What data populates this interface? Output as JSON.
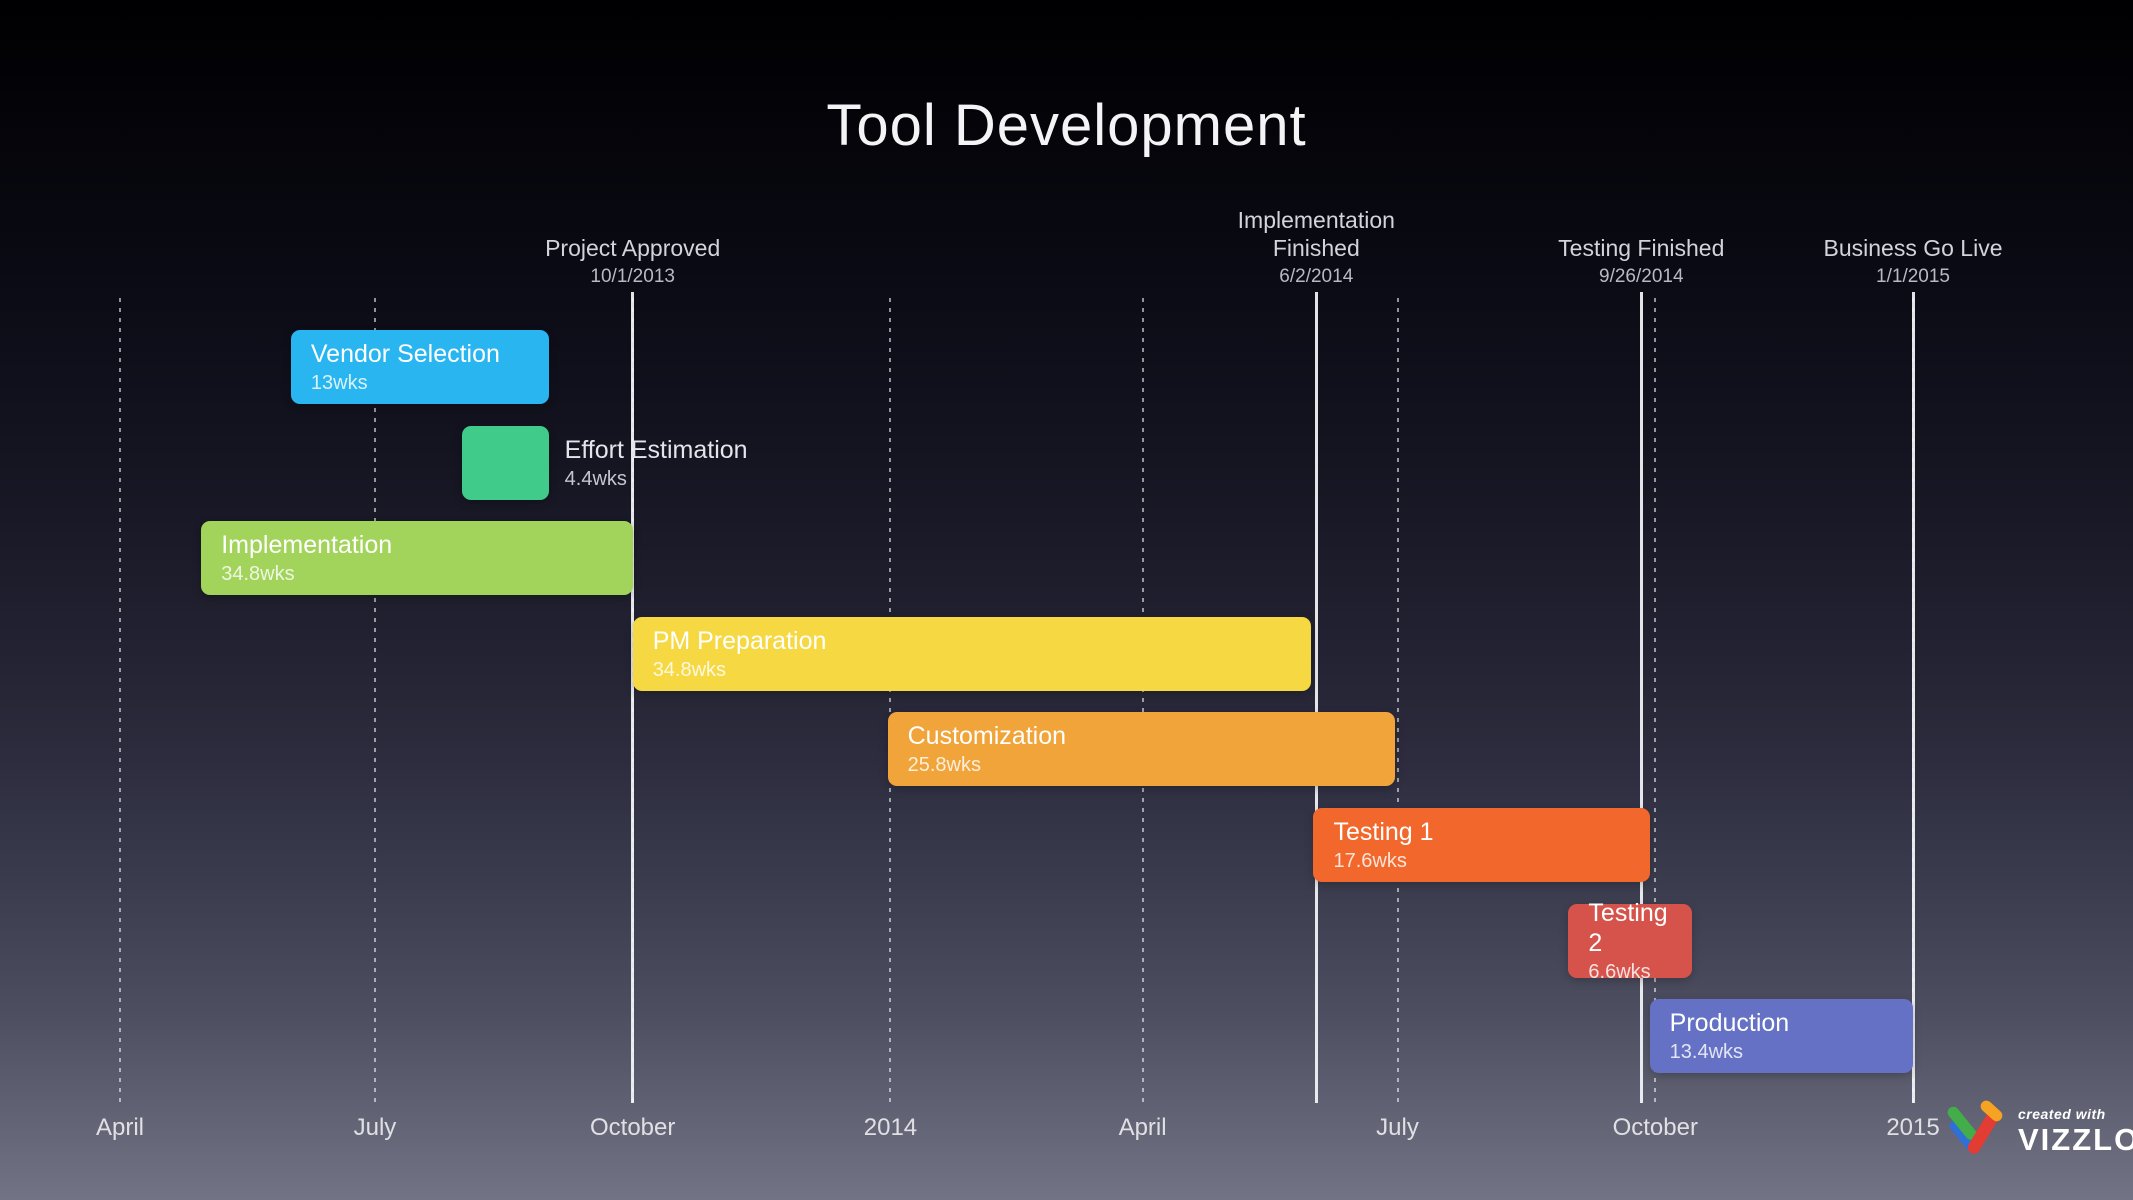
{
  "chart_data": {
    "type": "gantt",
    "title": "Tool Development",
    "axis": {
      "origin_date": "2013-04-01",
      "ticks": [
        {
          "date": "2013-04-01",
          "label": "April"
        },
        {
          "date": "2013-07-01",
          "label": "July"
        },
        {
          "date": "2013-10-01",
          "label": "October"
        },
        {
          "date": "2014-01-01",
          "label": "2014"
        },
        {
          "date": "2014-04-01",
          "label": "April"
        },
        {
          "date": "2014-07-01",
          "label": "July"
        },
        {
          "date": "2014-10-01",
          "label": "October"
        },
        {
          "date": "2015-01-01",
          "label": "2015"
        }
      ]
    },
    "milestones": [
      {
        "label": "Project Approved",
        "date_label": "10/1/2013",
        "date": "2013-10-01"
      },
      {
        "label": "Implementation Finished",
        "date_label": "6/2/2014",
        "date": "2014-06-02"
      },
      {
        "label": "Testing Finished",
        "date_label": "9/26/2014",
        "date": "2014-09-26"
      },
      {
        "label": "Business Go Live",
        "date_label": "1/1/2015",
        "date": "2015-01-01"
      }
    ],
    "tasks": [
      {
        "name": "Vendor Selection",
        "duration": "13wks",
        "start": "2013-06-01",
        "end": "2013-09-01",
        "color": "#29b5ef",
        "label_position": "inside"
      },
      {
        "name": "Effort Estimation",
        "duration": "4.4wks",
        "start": "2013-08-01",
        "end": "2013-09-01",
        "color": "#41cb8b",
        "label_position": "outside-right"
      },
      {
        "name": "Implementation",
        "duration": "34.8wks",
        "start": "2013-04-30",
        "end": "2013-10-01",
        "color": "#a2d45c",
        "label_position": "inside"
      },
      {
        "name": "PM Preparation",
        "duration": "34.8wks",
        "start": "2013-10-01",
        "end": "2014-05-31",
        "color": "#f6d843",
        "label_position": "inside"
      },
      {
        "name": "Customization",
        "duration": "25.8wks",
        "start": "2013-12-31",
        "end": "2014-06-30",
        "color": "#f0a43a",
        "label_position": "inside"
      },
      {
        "name": "Testing 1",
        "duration": "17.6wks",
        "start": "2014-06-01",
        "end": "2014-09-29",
        "color": "#f2682c",
        "label_position": "inside"
      },
      {
        "name": "Testing 2",
        "duration": "6.6wks",
        "start": "2014-08-31",
        "end": "2014-10-14",
        "color": "#d5534a",
        "label_position": "inside"
      },
      {
        "name": "Production",
        "duration": "13.4wks",
        "start": "2014-09-29",
        "end": "2015-01-01",
        "color": "#6471c5",
        "label_position": "inside"
      }
    ]
  },
  "branding": {
    "created_with": "created with",
    "brand": "VIZZLO"
  }
}
